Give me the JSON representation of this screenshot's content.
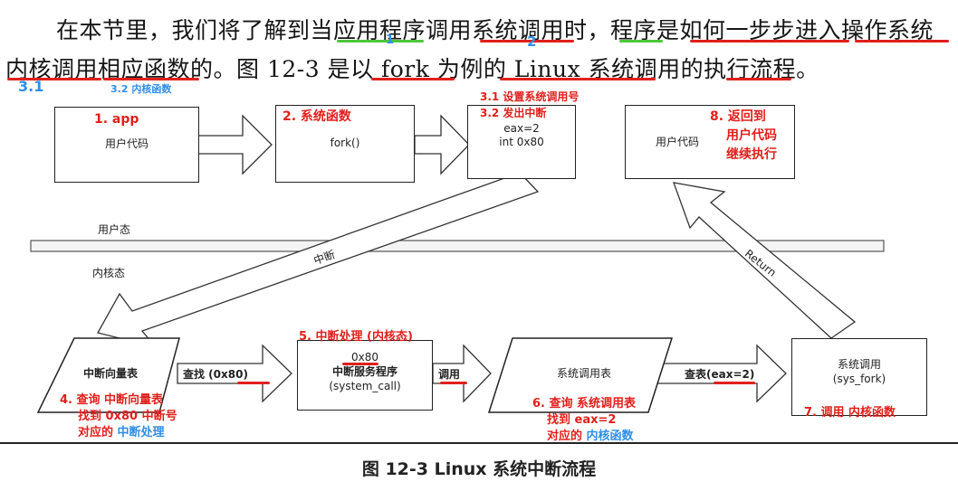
{
  "intro": {
    "line1": "在本节里，我们将了解到当应用程序调用系统调用时，程序是如何一步步进入操作系统",
    "line2": "内核调用相应函数的。图 12-3 是以 fork 为例的 Linux 系统调用的执行流程。"
  },
  "annotations": {
    "a1": "1",
    "a2": "2",
    "a31": "3.1",
    "a32": "3.2 内核函数"
  },
  "zones": {
    "user": "用户态",
    "kernel": "内核态"
  },
  "boxes": {
    "app_note": "1. app",
    "app_label": "用户代码",
    "syscall_fn_note": "2. 系统函数",
    "syscall_fn_label": "fork()",
    "int_note1": "3.1 设置系统调用号",
    "int_note2": "3.2 发出中断",
    "int_line1": "eax=2",
    "int_line2": "int 0x80",
    "return_label": "用户代码",
    "return_note1": "8. 返回到",
    "return_note2": "用户代码",
    "return_note3": "继续执行",
    "ivt_label": "中断向量表",
    "ivt_note1": "4. 查询 中断向量表",
    "ivt_note2": "找到 0x80 中断号",
    "ivt_note3_red": "对应的",
    "ivt_note3_blue": "中断处理",
    "isr_note": "5. 中断处理 (内核态)",
    "isr_line1": "0x80",
    "isr_line2": "中断服务程序",
    "isr_line3": "(system_call)",
    "sct_label": "系统调用表",
    "sct_note1": "6. 查询 系统调用表",
    "sct_note2": "找到 eax=2",
    "sct_note3_red": "对应的",
    "sct_note3_blue": "内核函数",
    "kfn_line1": "系统调用",
    "kfn_line2": "(sys_fork)",
    "kfn_note_red": "7. 调用",
    "kfn_note_blue": "内核函数"
  },
  "arrows": {
    "interrupt": "中断",
    "return": "Return",
    "find": "查找 (0x80)",
    "call": "调用",
    "lookup": "查表(eax=2)"
  },
  "caption": "图 12-3   Linux 系统中断流程",
  "colors": {
    "red": "#e0201c",
    "green": "#4cc73a",
    "blue": "#2f8ee8"
  }
}
